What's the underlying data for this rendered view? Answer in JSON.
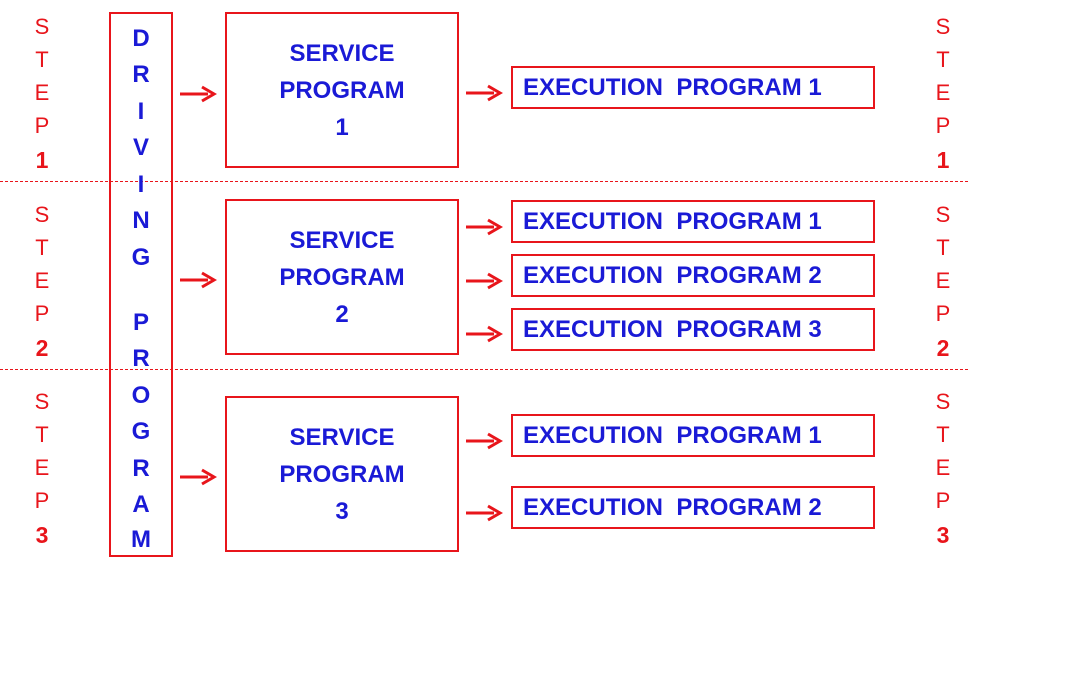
{
  "steps": [
    {
      "letters": [
        "S",
        "T",
        "E",
        "P"
      ],
      "number": "1"
    },
    {
      "letters": [
        "S",
        "T",
        "E",
        "P"
      ],
      "number": "2"
    },
    {
      "letters": [
        "S",
        "T",
        "E",
        "P"
      ],
      "number": "3"
    }
  ],
  "driver": {
    "letters": [
      "D",
      "R",
      "I",
      "V",
      "I",
      "N",
      "G",
      "P",
      "R",
      "O",
      "G",
      "R",
      "A",
      "M"
    ]
  },
  "services": [
    {
      "line1": "SERVICE",
      "line2": "PROGRAM",
      "line3": "1"
    },
    {
      "line1": "SERVICE",
      "line2": "PROGRAM",
      "line3": "2"
    },
    {
      "line1": "SERVICE",
      "line2": "PROGRAM",
      "line3": "3"
    }
  ],
  "executions": [
    {
      "label": "EXECUTION  PROGRAM 1"
    },
    {
      "label": "EXECUTION  PROGRAM 1"
    },
    {
      "label": "EXECUTION  PROGRAM 2"
    },
    {
      "label": "EXECUTION  PROGRAM 3"
    },
    {
      "label": "EXECUTION  PROGRAM 1"
    },
    {
      "label": "EXECUTION  PROGRAM 2"
    }
  ],
  "colors": {
    "accent": "#e8151b",
    "text": "#1a1ad6"
  }
}
